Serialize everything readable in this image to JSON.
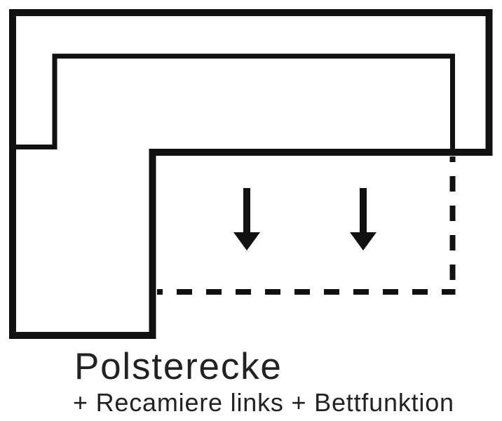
{
  "product": {
    "title": "Polsterecke",
    "subtitle": "+ Recamiere links + Bettfunktion"
  },
  "diagram": {
    "type": "sofa-top-view-schematic",
    "icons": {
      "pull_out_left": "down-arrow",
      "pull_out_right": "down-arrow"
    },
    "colors": {
      "line": "#111111",
      "text": "#222222",
      "bg": "#ffffff"
    }
  }
}
